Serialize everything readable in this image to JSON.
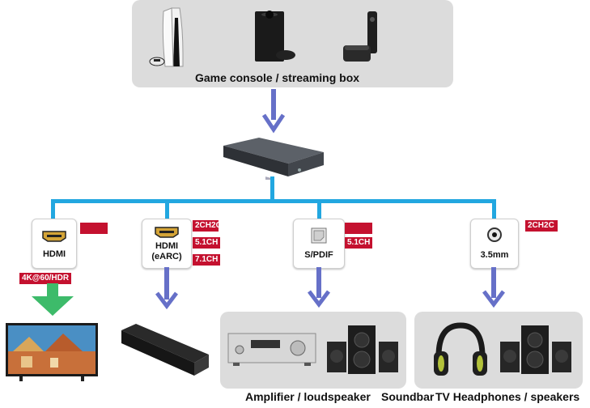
{
  "source": {
    "title": "Game console / streaming box"
  },
  "ports": [
    {
      "label_lines": [
        "HDMI"
      ],
      "badges": [
        ""
      ],
      "sub_badge": "4K@60/HDR"
    },
    {
      "label_lines": [
        "HDMI",
        "(eARC)"
      ],
      "badges": [
        "2CH2C",
        "5.1CH",
        "7.1CH"
      ]
    },
    {
      "label_lines": [
        "S/PDIF"
      ],
      "badges": [
        "",
        "5.1CH"
      ]
    },
    {
      "label_lines": [
        "3.5mm"
      ],
      "badges": [
        "2CH2C"
      ]
    }
  ],
  "outputs": {
    "caption_left": "Amplifier / loudspeaker",
    "caption_mid": "Soundbar",
    "caption_right": "TV Headphones / speakers"
  },
  "colors": {
    "line": "#22a7e0",
    "arrow": "#6670c8",
    "hdmi_arrow": "#3dbb6a",
    "badge": "#c4112f",
    "panel": "#dcdcdc"
  }
}
